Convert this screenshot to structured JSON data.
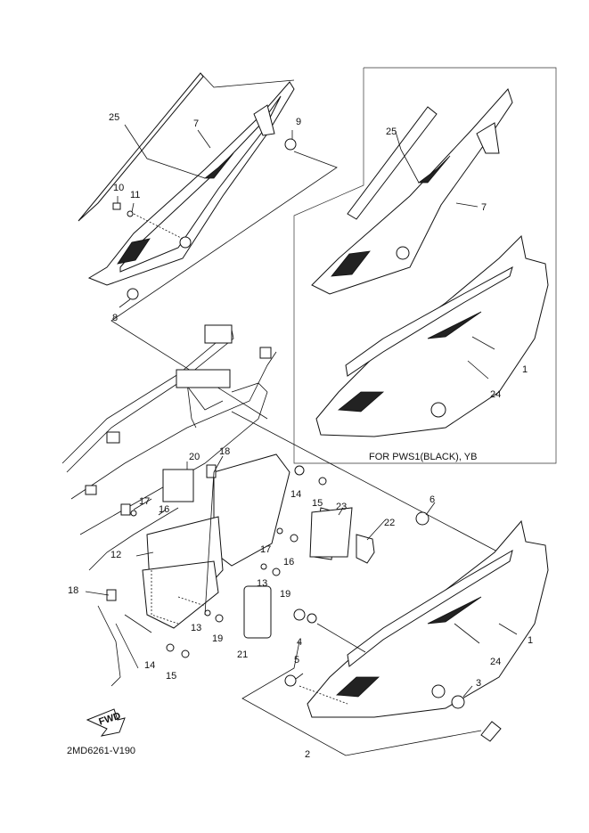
{
  "inset_caption": "FOR PWS1(BLACK), YB",
  "diagram_code": "2MD6261-V190",
  "fwd_label": "FWD",
  "callouts": {
    "c25a": "25",
    "c7a": "7",
    "c9": "9",
    "c10": "10",
    "c11": "11",
    "c8": "8",
    "c25b": "25",
    "c7b": "7",
    "c1a": "1",
    "c24a": "24",
    "c20": "20",
    "c18a": "18",
    "c17a": "17",
    "c16a": "16",
    "c14a": "14",
    "c15a": "15",
    "c12": "12",
    "c17b": "17",
    "c16b": "16",
    "c13a": "13",
    "c19a": "19",
    "c23": "23",
    "c22": "22",
    "c6": "6",
    "c18b": "18",
    "c13b": "13",
    "c19b": "19",
    "c21": "21",
    "c14b": "14",
    "c15b": "15",
    "c4": "4",
    "c5": "5",
    "c3": "3",
    "c1b": "1",
    "c24b": "24",
    "c2": "2"
  }
}
